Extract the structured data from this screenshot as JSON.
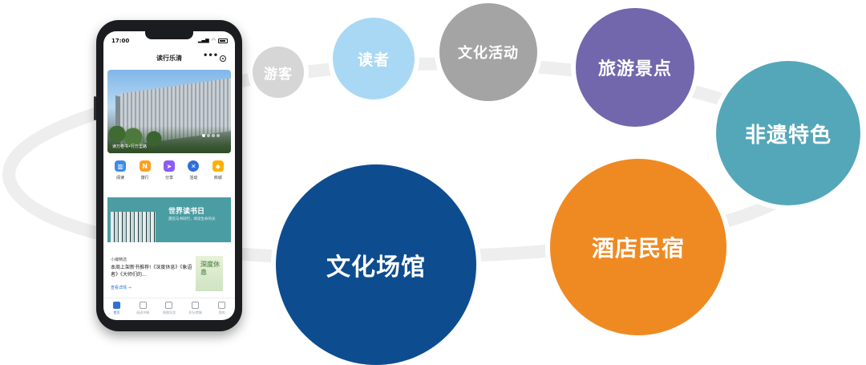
{
  "categories": [
    {
      "key": "tourist",
      "label": "游客",
      "color": "#d6d6d6"
    },
    {
      "key": "reader",
      "label": "读者",
      "color": "#a9d8f5"
    },
    {
      "key": "culture",
      "label": "文化活动",
      "color": "#a4a4a4"
    },
    {
      "key": "scenic",
      "label": "旅游景点",
      "color": "#7266ad"
    },
    {
      "key": "heritage",
      "label": "非遗特色",
      "color": "#54a7b8"
    },
    {
      "key": "venue",
      "label": "文化场馆",
      "color": "#0d4c8f"
    },
    {
      "key": "hotel",
      "label": "酒店民宿",
      "color": "#ef8a22"
    }
  ],
  "phone": {
    "status_time": "17:00",
    "app_title": "读行乐清",
    "more_glyph": "•••",
    "banner_caption": "读万卷书•行万里路",
    "quick_menu": [
      {
        "label": "阅读",
        "icon": "book-icon",
        "color": "#3c8ce7"
      },
      {
        "label": "旅行",
        "icon": "travel-icon",
        "color": "#ff9f1c"
      },
      {
        "label": "分享",
        "icon": "share-icon",
        "color": "#8b5cf6"
      },
      {
        "label": "活动",
        "icon": "activity-icon",
        "color": "#2f6fd6"
      },
      {
        "label": "商城",
        "icon": "mall-icon",
        "color": "#ffb000"
      }
    ],
    "promo": {
      "title": "世界读书日",
      "subtitle": "遇见与书同行，阅读生命的光"
    },
    "editor_pick": {
      "tag": "小编精选",
      "text": "本周上架新书推荐!《深度休息》《象语者》《大师们的...",
      "link": "查看详情 →",
      "cover_text": "深度休息"
    },
    "tabs": [
      {
        "label": "首页",
        "active": true
      },
      {
        "label": "阅读书城",
        "active": false
      },
      {
        "label": "地图导览",
        "active": false
      },
      {
        "label": "积分商城",
        "active": false
      },
      {
        "label": "我的",
        "active": false
      }
    ]
  }
}
